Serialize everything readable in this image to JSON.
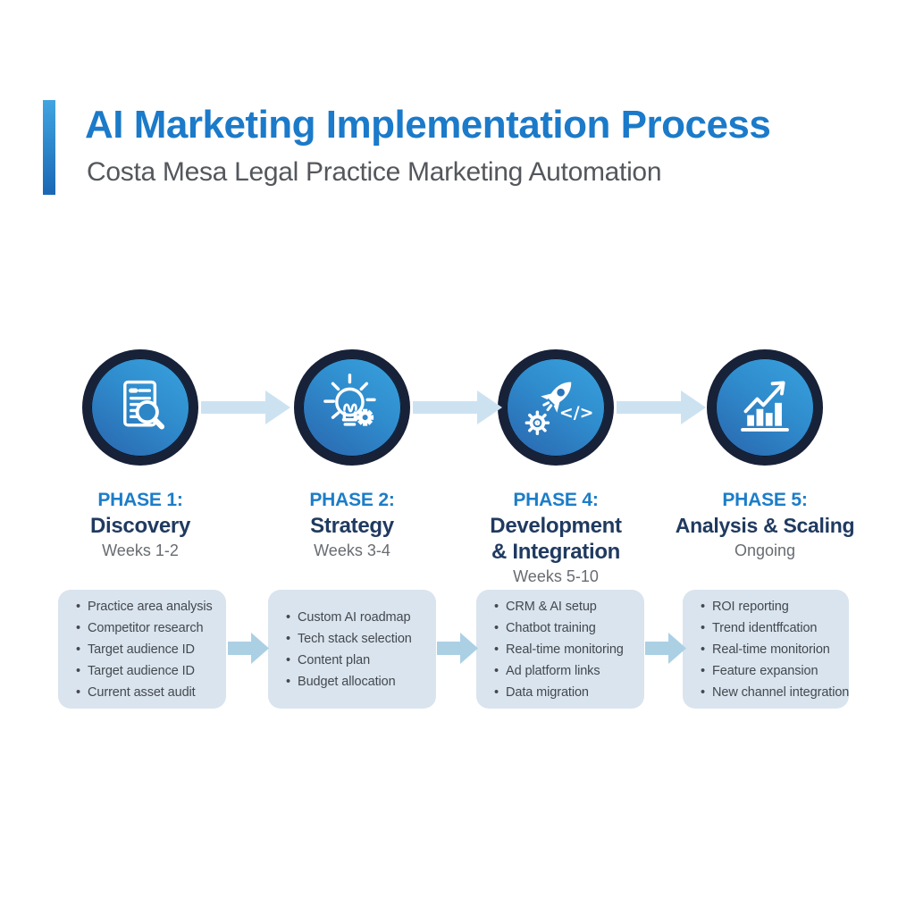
{
  "header": {
    "title": "AI Marketing Implementation Process",
    "subtitle": "Costa Mesa Legal Practice Marketing Automation"
  },
  "colors": {
    "title_blue": "#1b7ac9",
    "phase_label_blue": "#1c7dc8",
    "phase_name_navy": "#203a60",
    "circle_ring_navy": "#172138",
    "circle_fill_light": "#3aa2de",
    "circle_fill_dark": "#2a65ad",
    "flow_arrow_light_blue": "#cde2f1",
    "box_arrow_blue": "#abd0e4",
    "task_box_background": "#d9e4ee"
  },
  "phases": [
    {
      "label": "PHASE 1:",
      "name": "Discovery",
      "duration": "Weeks 1-2",
      "icon": "document-search-icon",
      "tasks": [
        "Practice area analysis",
        "Competitor research",
        "Target audience ID",
        "Target audience ID",
        "Current asset audit"
      ]
    },
    {
      "label": "PHASE 2:",
      "name": "Strategy",
      "duration": "Weeks 3-4",
      "icon": "lightbulb-gear-icon",
      "tasks": [
        "Custom AI roadmap",
        "Tech stack selection",
        "Content plan",
        "Budget allocation"
      ]
    },
    {
      "label": "PHASE 4:",
      "name": "Development",
      "name2": "& Integration",
      "duration": "Weeks 5-10",
      "icon": "rocket-code-icon",
      "code_label": "</>",
      "tasks": [
        "CRM & AI setup",
        "Chatbot training",
        "Real-time monitoring",
        "Ad platform links",
        "Data migration"
      ]
    },
    {
      "label": "PHASE 5:",
      "name": "Analysis & Scaling",
      "duration": "Ongoing",
      "icon": "growth-chart-icon",
      "tasks": [
        "ROI reporting",
        "Trend identffcation",
        "Real-time monitorion",
        "Feature expansion",
        "New channel integration"
      ]
    }
  ]
}
